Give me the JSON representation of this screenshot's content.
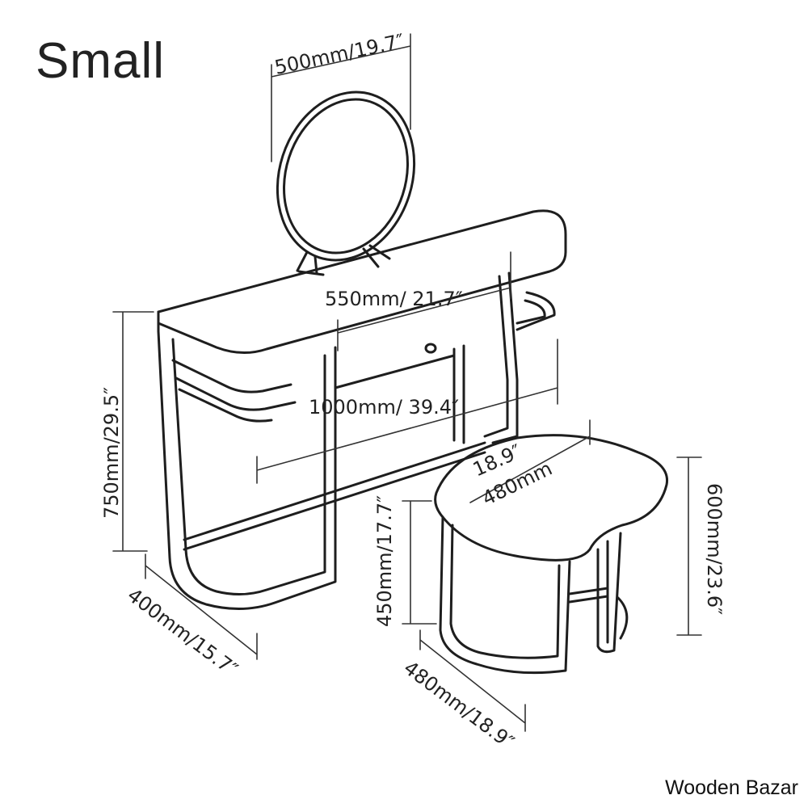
{
  "title": "Small",
  "watermark": "Wooden Bazar",
  "dimensions": {
    "mirror_width": "500mm/19.7″",
    "table_depth_top": "550mm/ 21.7″",
    "table_length": "1000mm/ 39.4″",
    "table_height": "750mm/29.5″",
    "table_depth": "400mm/15.7″",
    "stool_top_in": "18.9″",
    "stool_top_mm": "480mm",
    "stool_seat_height": "450mm/17.7″",
    "stool_height": "600mm/23.6″",
    "stool_width": "480mm/18.9″"
  }
}
